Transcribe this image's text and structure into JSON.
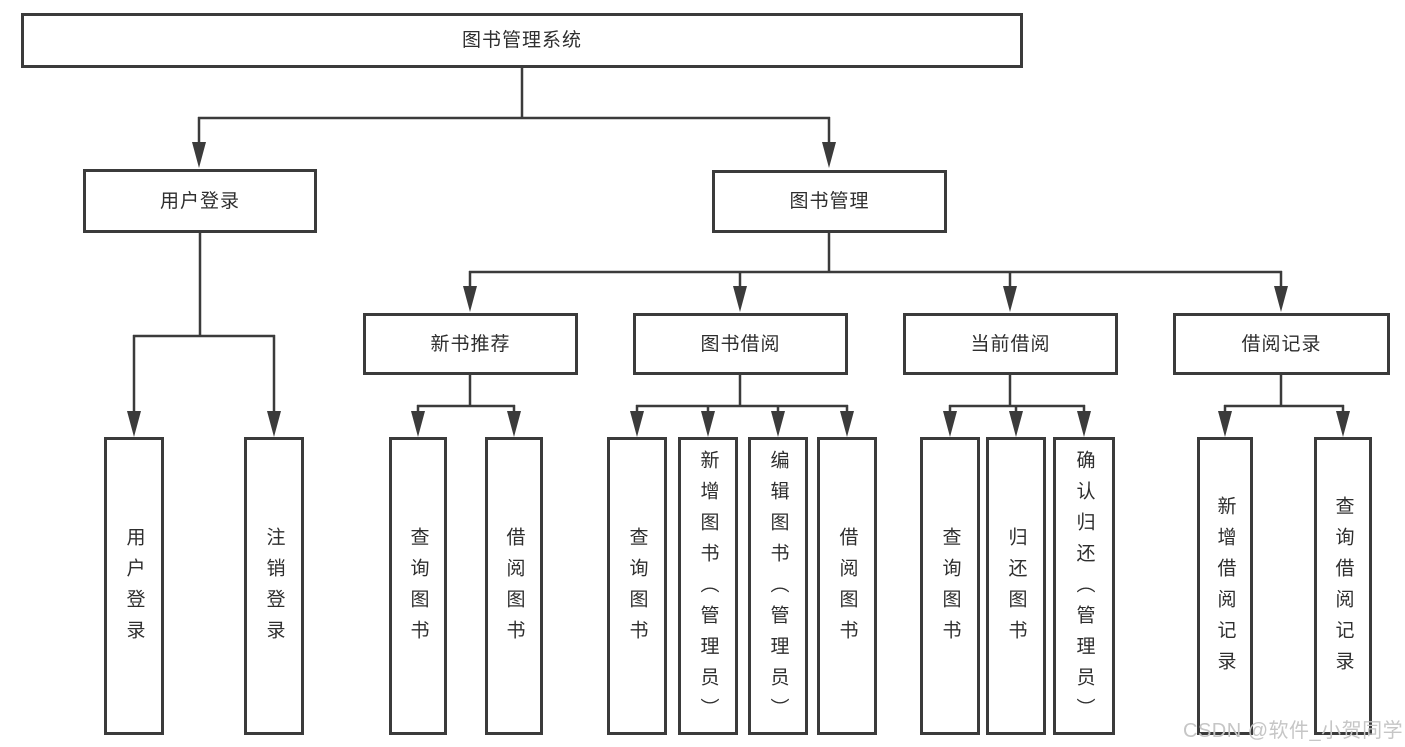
{
  "tree": {
    "root": {
      "label": "图书管理系统",
      "children": [
        {
          "label": "用户登录",
          "children": [
            {
              "label": "用户登录"
            },
            {
              "label": "注销登录"
            }
          ]
        },
        {
          "label": "图书管理",
          "children": [
            {
              "label": "新书推荐",
              "children": [
                {
                  "label": "查询图书"
                },
                {
                  "label": "借阅图书"
                }
              ]
            },
            {
              "label": "图书借阅",
              "children": [
                {
                  "label": "查询图书"
                },
                {
                  "label": "新增图书（管理员）"
                },
                {
                  "label": "编辑图书（管理员）"
                },
                {
                  "label": "借阅图书"
                }
              ]
            },
            {
              "label": "当前借阅",
              "children": [
                {
                  "label": "查询图书"
                },
                {
                  "label": "归还图书"
                },
                {
                  "label": "确认归还（管理员）"
                }
              ]
            },
            {
              "label": "借阅记录",
              "children": [
                {
                  "label": "新增借阅记录"
                },
                {
                  "label": "查询借阅记录"
                }
              ]
            }
          ]
        }
      ]
    }
  },
  "watermark": {
    "text": "CSDN @软件_小贺同学"
  },
  "colors": {
    "line": "#3b3b3b",
    "text": "#2e2e2e",
    "watermark": "#c6c6c6",
    "background": "#ffffff"
  }
}
